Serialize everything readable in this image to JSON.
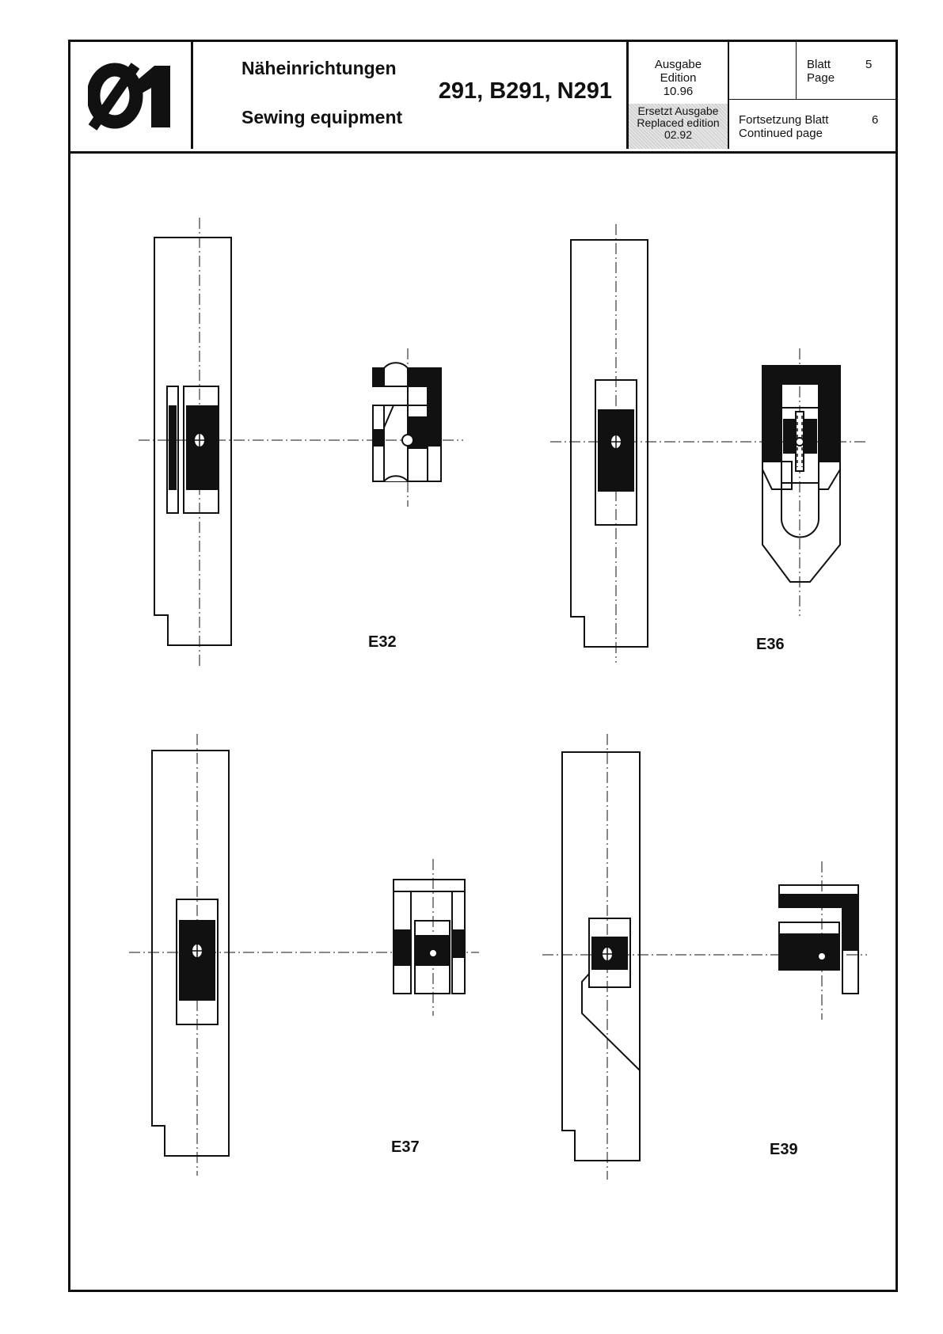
{
  "header": {
    "logo_text": "Ø1",
    "title_de": "Näheinrichtungen",
    "title_en": "Sewing equipment",
    "models": "291, B291, N291",
    "edition_line1": "Ausgabe",
    "edition_line2": "Edition",
    "edition_date": "10.96",
    "replaced_line1": "Ersetzt Ausgabe",
    "replaced_line2": "Replaced edition",
    "replaced_date": "02.92",
    "page_label_de": "Blatt",
    "page_label_en": "Page",
    "page_number": "5",
    "continued_label_de": "Fortsetzung Blatt",
    "continued_label_en": "Continued page",
    "continued_number": "6"
  },
  "figures": {
    "e32": "E32",
    "e36": "E36",
    "e37": "E37",
    "e39": "E39"
  }
}
